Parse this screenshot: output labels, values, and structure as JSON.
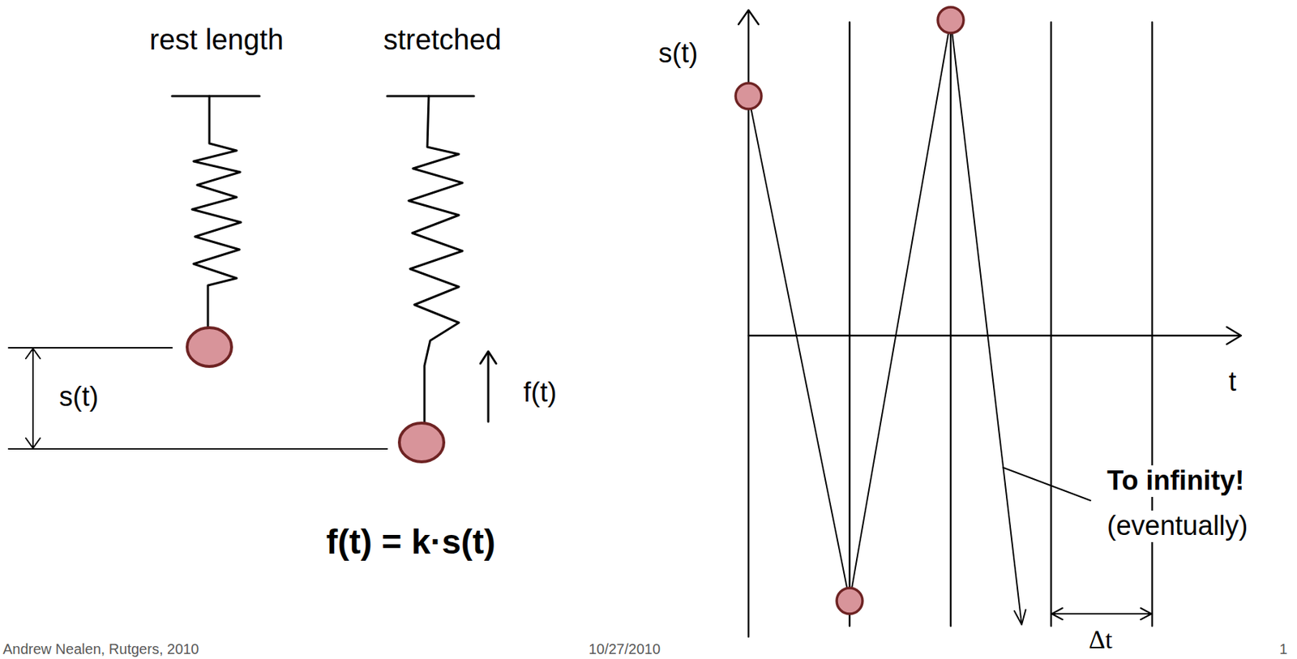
{
  "diagram": {
    "labels": [
      "rest length",
      "stretched",
      "s(t)",
      "f(t)",
      "f(t) = k·s(t)",
      "s(t)",
      "t",
      "To infinity!",
      "(eventually)",
      "Δt",
      "Andrew Nealen, Rutgers, 2010",
      "10/27/2010",
      "1"
    ]
  }
}
